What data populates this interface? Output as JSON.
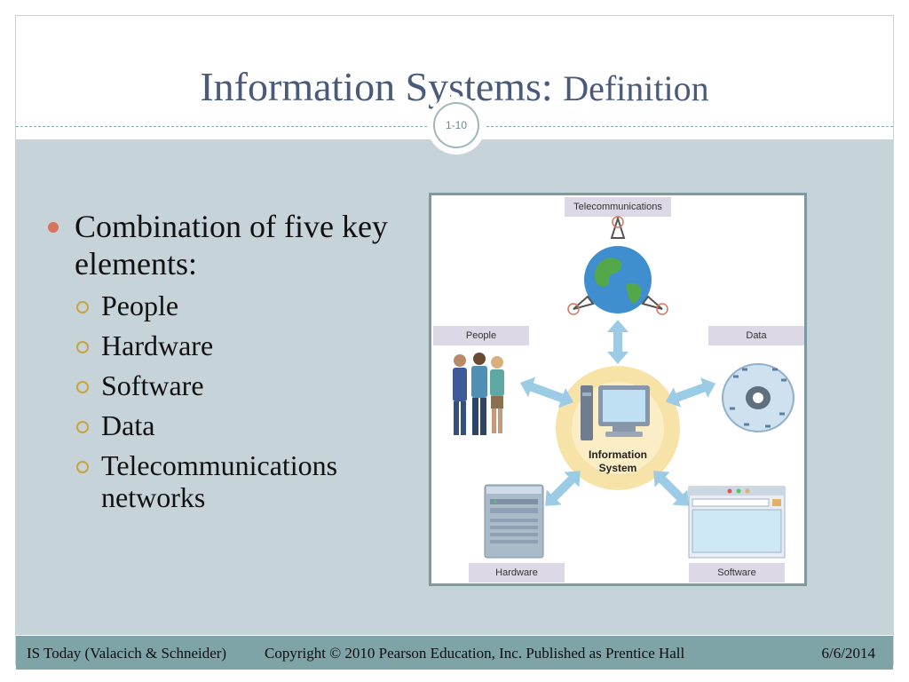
{
  "slide": {
    "title_main": "Information Systems: ",
    "title_sub": "Definition",
    "page_badge": "1-10"
  },
  "bullets": {
    "main": "Combination of five key elements:",
    "items": [
      "People",
      "Hardware",
      "Software",
      "Data",
      "Telecommunications networks"
    ]
  },
  "figure": {
    "labels": {
      "telecom": "Telecommunications",
      "people": "People",
      "data": "Data",
      "hardware": "Hardware",
      "software": "Software",
      "center_line1": "Information",
      "center_line2": "System"
    }
  },
  "footer": {
    "left": "IS Today (Valacich & Schneider)",
    "center": "Copyright © 2010 Pearson Education, Inc. Published as Prentice Hall",
    "right": "6/6/2014"
  },
  "colors": {
    "title": "#4a5a7a",
    "content_bg": "#c6d3d9",
    "footer_bg": "#7ea4a8",
    "bullet_main": "#d9735e",
    "bullet_sub": "#c8a33e"
  }
}
